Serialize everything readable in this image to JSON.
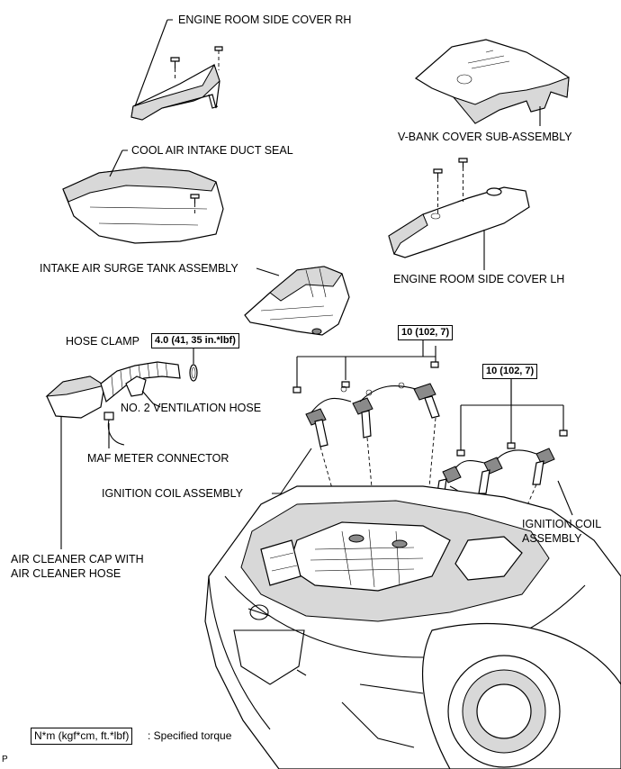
{
  "labels": {
    "engine_room_side_cover_rh": "ENGINE ROOM SIDE COVER RH",
    "v_bank_cover": "V-BANK COVER SUB-ASSEMBLY",
    "cool_air_intake_duct_seal": "COOL AIR INTAKE DUCT SEAL",
    "engine_room_side_cover_lh": "ENGINE ROOM SIDE COVER LH",
    "intake_air_surge_tank": "INTAKE AIR SURGE TANK ASSEMBLY",
    "hose_clamp": "HOSE CLAMP",
    "no2_ventilation_hose": "NO. 2 VENTILATION HOSE",
    "maf_meter_connector": "MAF METER CONNECTOR",
    "ignition_coil_assembly_left": "IGNITION COIL ASSEMBLY",
    "ignition_coil_assembly_right_line1": "IGNITION COIL",
    "ignition_coil_assembly_right_line2": "ASSEMBLY",
    "air_cleaner_cap_line1": "AIR CLEANER CAP WITH",
    "air_cleaner_cap_line2": "AIR CLEANER HOSE"
  },
  "torques": {
    "hose_clamp": "4.0 (41, 35 in.*lbf)",
    "coil_left": "10 (102, 7)",
    "coil_right": "10 (102, 7)"
  },
  "legend": {
    "unit": "N*m (kgf*cm, ft.*lbf)",
    "text": ": Specified torque"
  },
  "corner_code": "P"
}
